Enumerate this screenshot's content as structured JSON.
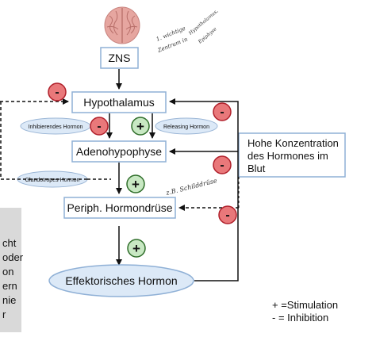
{
  "nodes": {
    "zns": "ZNS",
    "hypothalamus": "Hypothalamus",
    "adenohypophyse": "Adenohypophyse",
    "periph": "Periph. Hormondrüse",
    "effektor": "Effektorisches Hormon",
    "blood_line1": "Hohe Konzentration",
    "blood_line2": "des Hormones im",
    "blood_line3": "Blut"
  },
  "ovals": {
    "inhib": "Inhibierendes Hormon",
    "releasing": "Releasing Hormon",
    "glandotrop": "Glandotropes Hormon"
  },
  "signs": {
    "minus": "-",
    "plus": "+"
  },
  "handwritten": {
    "note1a": "1. wichtige",
    "note1b": "Zentrum in",
    "note1c": "Hypothalamus,",
    "note1d": "Epiphyse",
    "note2": "z.B. Schilddrüse"
  },
  "side_panel": [
    "cht",
    "oder",
    "on",
    "ern",
    "nie",
    "r"
  ],
  "legend": {
    "stimulation": "+ =Stimulation",
    "inhibition": "- = Inhibition"
  },
  "colors": {
    "inhibit_fill": "#e9787a",
    "inhibit_stroke": "#b01f2a",
    "stim_fill": "#c8e8c3",
    "stim_stroke": "#2f6e2a",
    "oval_fill": "#dce9f7",
    "oval_stroke": "#9bb6d6",
    "box_stroke": "#8fb0d6",
    "panel_bg": "#d9d9d9",
    "brain_fill": "#e6a6a0"
  }
}
